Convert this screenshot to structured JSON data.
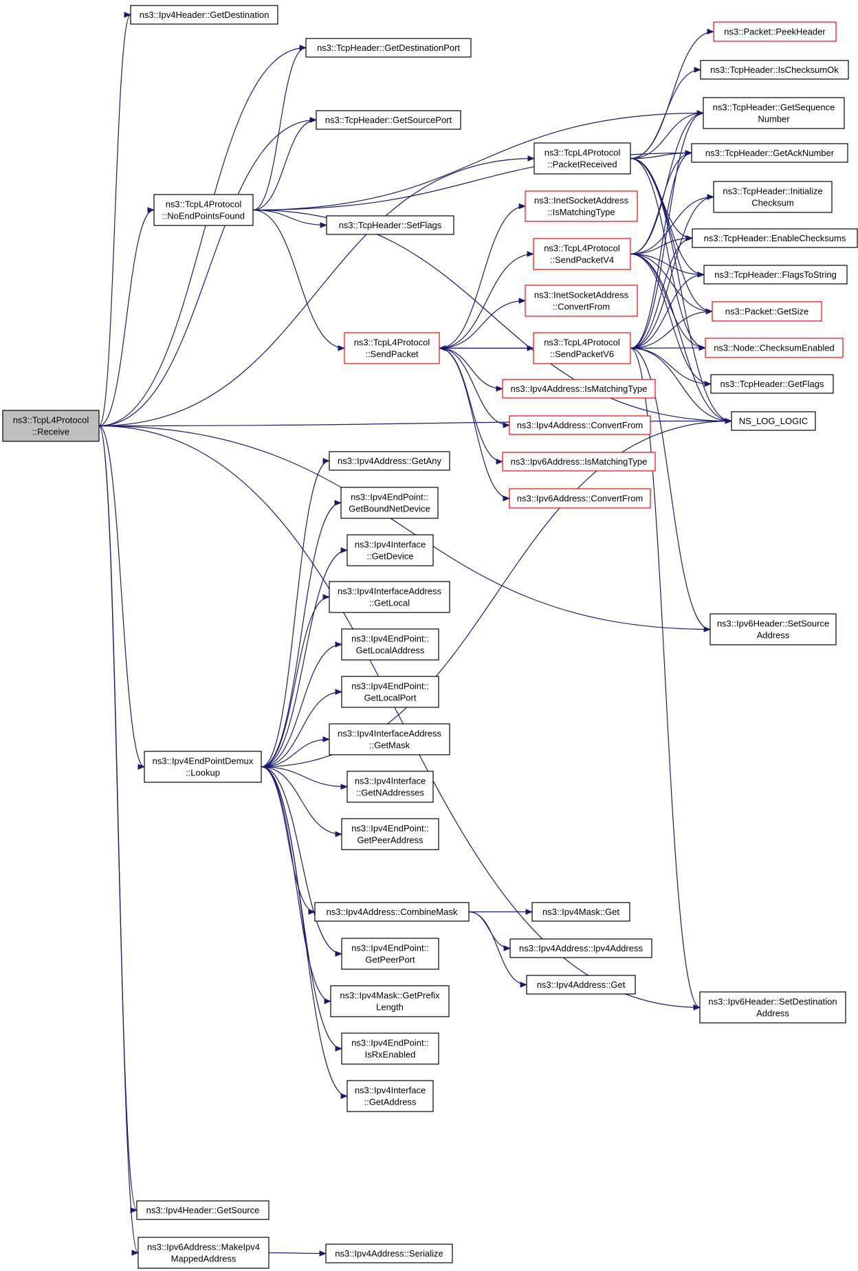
{
  "colors": {
    "edge": "#191970",
    "border_default": "#000000",
    "border_truncated": "#ff0000",
    "root_fill": "#bfbfbf",
    "node_fill": "#ffffff"
  },
  "nodes": [
    {
      "id": "receive",
      "lines": [
        "ns3::TcpL4Protocol",
        "::Receive"
      ],
      "style": "root"
    },
    {
      "id": "ipv4h_getdest",
      "lines": [
        "ns3::Ipv4Header::GetDestination"
      ],
      "style": "normal"
    },
    {
      "id": "tcph_getdestport",
      "lines": [
        "ns3::TcpHeader::GetDestinationPort"
      ],
      "style": "normal"
    },
    {
      "id": "tcph_getsrcport",
      "lines": [
        "ns3::TcpHeader::GetSourcePort"
      ],
      "style": "normal"
    },
    {
      "id": "noendpoints",
      "lines": [
        "ns3::TcpL4Protocol",
        "::NoEndPointsFound"
      ],
      "style": "normal"
    },
    {
      "id": "tcph_setflags",
      "lines": [
        "ns3::TcpHeader::SetFlags"
      ],
      "style": "normal"
    },
    {
      "id": "pktreceived",
      "lines": [
        "ns3::TcpL4Protocol",
        "::PacketReceived"
      ],
      "style": "normal"
    },
    {
      "id": "peekheader",
      "lines": [
        "ns3::Packet::PeekHeader"
      ],
      "style": "truncated"
    },
    {
      "id": "ischecksumok",
      "lines": [
        "ns3::TcpHeader::IsChecksumOk"
      ],
      "style": "normal"
    },
    {
      "id": "getseq",
      "lines": [
        "ns3::TcpHeader::GetSequence",
        "Number"
      ],
      "style": "normal"
    },
    {
      "id": "getack",
      "lines": [
        "ns3::TcpHeader::GetAckNumber"
      ],
      "style": "normal"
    },
    {
      "id": "initcksum",
      "lines": [
        "ns3::TcpHeader::Initialize",
        "Checksum"
      ],
      "style": "normal"
    },
    {
      "id": "enablecksums",
      "lines": [
        "ns3::TcpHeader::EnableChecksums"
      ],
      "style": "normal"
    },
    {
      "id": "flagstostr",
      "lines": [
        "ns3::TcpHeader::FlagsToString"
      ],
      "style": "normal"
    },
    {
      "id": "pktgetsize",
      "lines": [
        "ns3::Packet::GetSize"
      ],
      "style": "truncated"
    },
    {
      "id": "nodecksum",
      "lines": [
        "ns3::Node::ChecksumEnabled"
      ],
      "style": "truncated"
    },
    {
      "id": "getflags",
      "lines": [
        "ns3::TcpHeader::GetFlags"
      ],
      "style": "normal"
    },
    {
      "id": "nslog",
      "lines": [
        "NS_LOG_LOGIC"
      ],
      "style": "normal"
    },
    {
      "id": "inet_ismatch",
      "lines": [
        "ns3::InetSocketAddress",
        "::IsMatchingType"
      ],
      "style": "truncated"
    },
    {
      "id": "sendv4",
      "lines": [
        "ns3::TcpL4Protocol",
        "::SendPacketV4"
      ],
      "style": "truncated"
    },
    {
      "id": "inet_convert",
      "lines": [
        "ns3::InetSocketAddress",
        "::ConvertFrom"
      ],
      "style": "truncated"
    },
    {
      "id": "sendpacket",
      "lines": [
        "ns3::TcpL4Protocol",
        "::SendPacket"
      ],
      "style": "truncated"
    },
    {
      "id": "sendv6",
      "lines": [
        "ns3::TcpL4Protocol",
        "::SendPacketV6"
      ],
      "style": "truncated"
    },
    {
      "id": "ipv4_ismatch",
      "lines": [
        "ns3::Ipv4Address::IsMatchingType"
      ],
      "style": "truncated"
    },
    {
      "id": "ipv4_convert",
      "lines": [
        "ns3::Ipv4Address::ConvertFrom"
      ],
      "style": "truncated"
    },
    {
      "id": "ipv6_ismatch",
      "lines": [
        "ns3::Ipv6Address::IsMatchingType"
      ],
      "style": "truncated"
    },
    {
      "id": "ipv6_convert",
      "lines": [
        "ns3::Ipv6Address::ConvertFrom"
      ],
      "style": "truncated"
    },
    {
      "id": "ipv6h_setsrc",
      "lines": [
        "ns3::Ipv6Header::SetSource",
        "Address"
      ],
      "style": "normal"
    },
    {
      "id": "ipv6h_setdst",
      "lines": [
        "ns3::Ipv6Header::SetDestination",
        "Address"
      ],
      "style": "normal"
    },
    {
      "id": "ipv4_getany",
      "lines": [
        "ns3::Ipv4Address::GetAny"
      ],
      "style": "normal"
    },
    {
      "id": "ep_getbound",
      "lines": [
        "ns3::Ipv4EndPoint::",
        "GetBoundNetDevice"
      ],
      "style": "normal"
    },
    {
      "id": "if_getdev",
      "lines": [
        "ns3::Ipv4Interface",
        "::GetDevice"
      ],
      "style": "normal"
    },
    {
      "id": "ifa_getlocal",
      "lines": [
        "ns3::Ipv4InterfaceAddress",
        "::GetLocal"
      ],
      "style": "normal"
    },
    {
      "id": "ep_getlocaladdr",
      "lines": [
        "ns3::Ipv4EndPoint::",
        "GetLocalAddress"
      ],
      "style": "normal"
    },
    {
      "id": "ep_getlocalport",
      "lines": [
        "ns3::Ipv4EndPoint::",
        "GetLocalPort"
      ],
      "style": "normal"
    },
    {
      "id": "ifa_getmask",
      "lines": [
        "ns3::Ipv4InterfaceAddress",
        "::GetMask"
      ],
      "style": "normal"
    },
    {
      "id": "if_getnaddr",
      "lines": [
        "ns3::Ipv4Interface",
        "::GetNAddresses"
      ],
      "style": "normal"
    },
    {
      "id": "ep_getpeeraddr",
      "lines": [
        "ns3::Ipv4EndPoint::",
        "GetPeerAddress"
      ],
      "style": "normal"
    },
    {
      "id": "lookup",
      "lines": [
        "ns3::Ipv4EndPointDemux",
        "::Lookup"
      ],
      "style": "normal"
    },
    {
      "id": "combinemask",
      "lines": [
        "ns3::Ipv4Address::CombineMask"
      ],
      "style": "normal"
    },
    {
      "id": "mask_get",
      "lines": [
        "ns3::Ipv4Mask::Get"
      ],
      "style": "normal"
    },
    {
      "id": "ipv4addr_ctor",
      "lines": [
        "ns3::Ipv4Address::Ipv4Address"
      ],
      "style": "normal"
    },
    {
      "id": "ipv4addr_get",
      "lines": [
        "ns3::Ipv4Address::Get"
      ],
      "style": "normal"
    },
    {
      "id": "ep_getpeerport",
      "lines": [
        "ns3::Ipv4EndPoint::",
        "GetPeerPort"
      ],
      "style": "normal"
    },
    {
      "id": "mask_getprefix",
      "lines": [
        "ns3::Ipv4Mask::GetPrefix",
        "Length"
      ],
      "style": "normal"
    },
    {
      "id": "ep_isrx",
      "lines": [
        "ns3::Ipv4EndPoint::",
        "IsRxEnabled"
      ],
      "style": "normal"
    },
    {
      "id": "if_getaddr",
      "lines": [
        "ns3::Ipv4Interface",
        "::GetAddress"
      ],
      "style": "normal"
    },
    {
      "id": "ipv4h_getsrc",
      "lines": [
        "ns3::Ipv4Header::GetSource"
      ],
      "style": "normal"
    },
    {
      "id": "ipv6_mkmapped",
      "lines": [
        "ns3::Ipv6Address::MakeIpv4",
        "MappedAddress"
      ],
      "style": "normal"
    },
    {
      "id": "ipv4_serialize",
      "lines": [
        "ns3::Ipv4Address::Serialize"
      ],
      "style": "normal"
    }
  ],
  "edges": [
    [
      "receive",
      "ipv4h_getdest"
    ],
    [
      "receive",
      "tcph_getdestport"
    ],
    [
      "receive",
      "tcph_getsrcport"
    ],
    [
      "receive",
      "noendpoints"
    ],
    [
      "receive",
      "pktreceived"
    ],
    [
      "receive",
      "lookup"
    ],
    [
      "receive",
      "nslog"
    ],
    [
      "receive",
      "ipv6h_setsrc"
    ],
    [
      "receive",
      "ipv6h_setdst"
    ],
    [
      "receive",
      "ipv4h_getsrc"
    ],
    [
      "receive",
      "ipv6_mkmapped"
    ],
    [
      "noendpoints",
      "tcph_getdestport"
    ],
    [
      "noendpoints",
      "tcph_getsrcport"
    ],
    [
      "noendpoints",
      "tcph_setflags"
    ],
    [
      "noendpoints",
      "getseq"
    ],
    [
      "noendpoints",
      "getack"
    ],
    [
      "noendpoints",
      "sendpacket"
    ],
    [
      "noendpoints",
      "nslog"
    ],
    [
      "pktreceived",
      "peekheader"
    ],
    [
      "pktreceived",
      "ischecksumok"
    ],
    [
      "pktreceived",
      "getseq"
    ],
    [
      "pktreceived",
      "getack"
    ],
    [
      "pktreceived",
      "enablecksums"
    ],
    [
      "pktreceived",
      "flagstostr"
    ],
    [
      "pktreceived",
      "pktgetsize"
    ],
    [
      "pktreceived",
      "nodecksum"
    ],
    [
      "pktreceived",
      "nslog"
    ],
    [
      "sendpacket",
      "inet_ismatch"
    ],
    [
      "sendpacket",
      "sendv4"
    ],
    [
      "sendpacket",
      "inet_convert"
    ],
    [
      "sendpacket",
      "sendv6"
    ],
    [
      "sendpacket",
      "ipv4_ismatch"
    ],
    [
      "sendpacket",
      "ipv4_convert"
    ],
    [
      "sendpacket",
      "ipv6_ismatch"
    ],
    [
      "sendpacket",
      "ipv6_convert"
    ],
    [
      "sendv4",
      "getseq"
    ],
    [
      "sendv4",
      "getack"
    ],
    [
      "sendv4",
      "initcksum"
    ],
    [
      "sendv4",
      "enablecksums"
    ],
    [
      "sendv4",
      "flagstostr"
    ],
    [
      "sendv4",
      "pktgetsize"
    ],
    [
      "sendv4",
      "nodecksum"
    ],
    [
      "sendv4",
      "getflags"
    ],
    [
      "sendv4",
      "nslog"
    ],
    [
      "sendv6",
      "sendpacket"
    ],
    [
      "sendv6",
      "getseq"
    ],
    [
      "sendv6",
      "getack"
    ],
    [
      "sendv6",
      "initcksum"
    ],
    [
      "sendv6",
      "enablecksums"
    ],
    [
      "sendv6",
      "flagstostr"
    ],
    [
      "sendv6",
      "pktgetsize"
    ],
    [
      "sendv6",
      "nodecksum"
    ],
    [
      "sendv6",
      "getflags"
    ],
    [
      "sendv6",
      "nslog"
    ],
    [
      "sendv6",
      "ipv6h_setsrc"
    ],
    [
      "sendv6",
      "ipv6h_setdst"
    ],
    [
      "lookup",
      "ipv4_getany"
    ],
    [
      "lookup",
      "ep_getbound"
    ],
    [
      "lookup",
      "if_getdev"
    ],
    [
      "lookup",
      "ifa_getlocal"
    ],
    [
      "lookup",
      "ep_getlocaladdr"
    ],
    [
      "lookup",
      "ep_getlocalport"
    ],
    [
      "lookup",
      "ifa_getmask"
    ],
    [
      "lookup",
      "if_getnaddr"
    ],
    [
      "lookup",
      "ep_getpeeraddr"
    ],
    [
      "lookup",
      "combinemask"
    ],
    [
      "lookup",
      "ep_getpeerport"
    ],
    [
      "lookup",
      "mask_getprefix"
    ],
    [
      "lookup",
      "ep_isrx"
    ],
    [
      "lookup",
      "if_getaddr"
    ],
    [
      "lookup",
      "nslog"
    ],
    [
      "combinemask",
      "mask_get"
    ],
    [
      "combinemask",
      "ipv4addr_ctor"
    ],
    [
      "combinemask",
      "ipv4addr_get"
    ],
    [
      "ipv6_mkmapped",
      "ipv4_serialize"
    ]
  ]
}
